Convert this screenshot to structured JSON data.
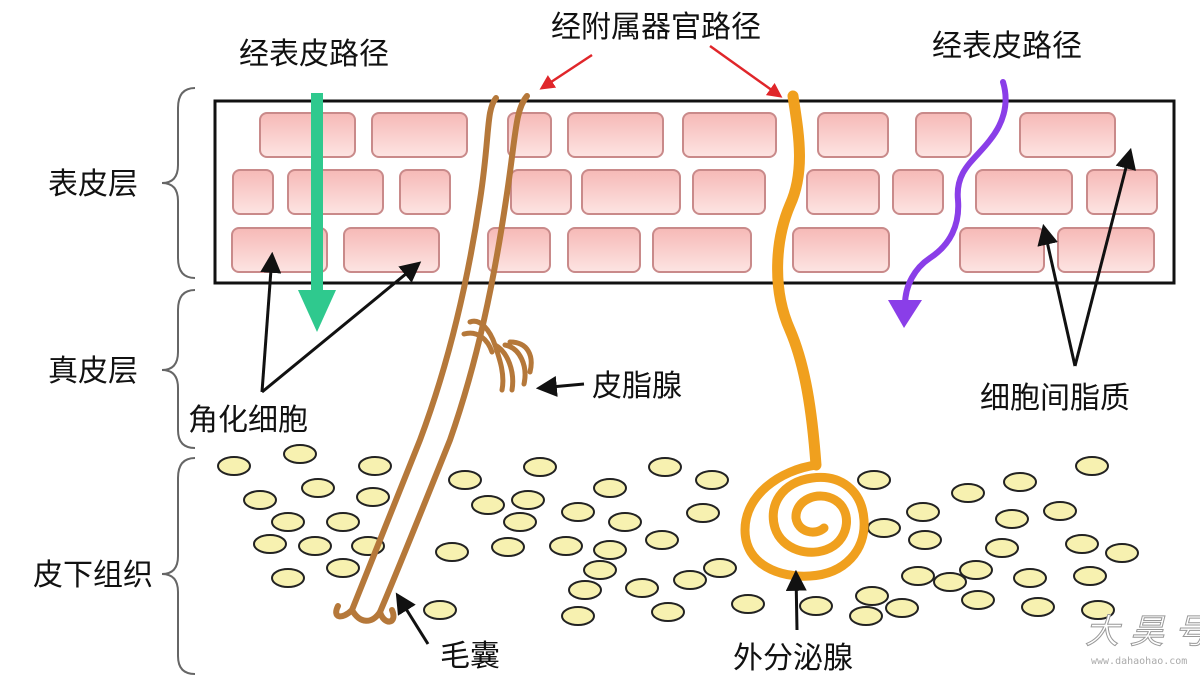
{
  "labels": {
    "epidermis": "表皮层",
    "dermis": "真皮层",
    "subcutaneous": "皮下组织",
    "transepidermal_left": "经表皮路径",
    "transappendageal": "经附属器官路径",
    "transepidermal_right": "经表皮路径",
    "corneocytes": "角化细胞",
    "sebaceous_gland": "皮脂腺",
    "intercellular_lipids": "细胞间脂质",
    "hair_follicle": "毛囊",
    "sweat_gland": "外分泌腺"
  },
  "watermark": {
    "text": "大 昊 号",
    "url": "www.dahaohao.com"
  },
  "colors": {
    "cell_fill_top": "#f6b9b6",
    "cell_fill_bottom": "#fde4e2",
    "cell_stroke": "#c98a8a",
    "fat_fill": "#f7f1b0",
    "fat_stroke": "#222222",
    "green_arrow": "#2fc98e",
    "purple_arrow": "#8a3ee8",
    "hair_follicle": "#b5783a",
    "sweat_gland": "#f0a01e",
    "red_arrow": "#e0262a",
    "black_arrow": "#111111"
  }
}
